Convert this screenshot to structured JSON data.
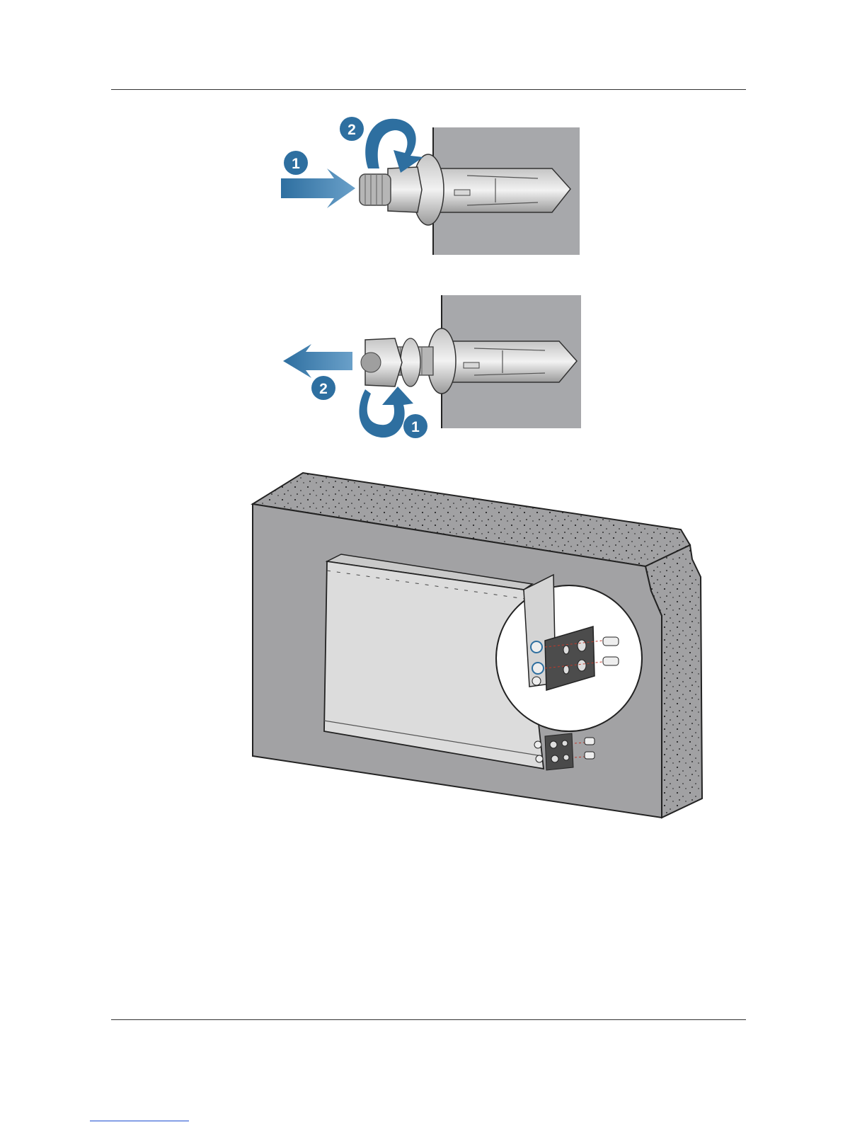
{
  "figures": [
    {
      "name": "install-anchor-bolt",
      "steps": [
        "1",
        "2"
      ]
    },
    {
      "name": "remove-nut",
      "steps": [
        "1",
        "2"
      ]
    },
    {
      "name": "wall-mount-device"
    }
  ],
  "colors": {
    "step_badge": "#2e6fa0",
    "arrow": "#2e6fa0",
    "wall": "#a7a8ab",
    "concrete": "#9c9c9c",
    "device": "#d9d9d9"
  }
}
